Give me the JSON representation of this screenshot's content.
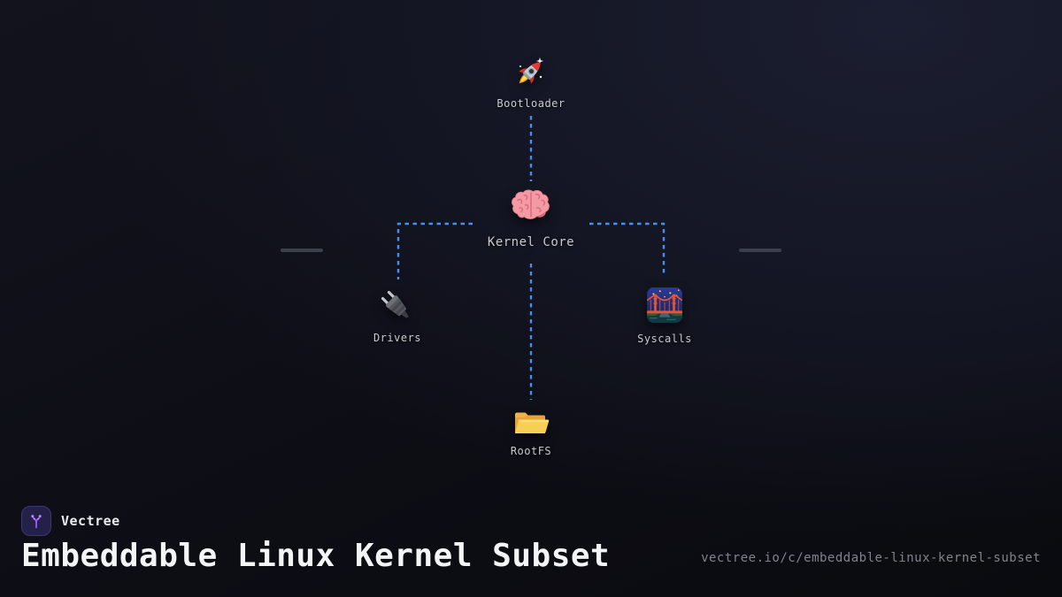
{
  "diagram": {
    "nodes": [
      {
        "id": "bootloader",
        "label": "Bootloader",
        "icon": "rocket-icon"
      },
      {
        "id": "kernel_core",
        "label": "Kernel Core",
        "icon": "brain-icon"
      },
      {
        "id": "drivers",
        "label": "Drivers",
        "icon": "plug-icon"
      },
      {
        "id": "syscalls",
        "label": "Syscalls",
        "icon": "bridge-icon"
      },
      {
        "id": "rootfs",
        "label": "RootFS",
        "icon": "folder-icon"
      }
    ],
    "edges": [
      {
        "from": "bootloader",
        "to": "kernel_core"
      },
      {
        "from": "kernel_core",
        "to": "drivers"
      },
      {
        "from": "kernel_core",
        "to": "syscalls"
      },
      {
        "from": "kernel_core",
        "to": "rootfs"
      }
    ],
    "edge_color": "#4a8ded",
    "tick_color": "#3a414c"
  },
  "footer": {
    "brand": "Vectree",
    "title": "Embeddable Linux Kernel Subset",
    "url": "vectree.io/c/embeddable-linux-kernel-subset"
  },
  "colors": {
    "background_light": "#1b1e30",
    "background_dark": "#0a0b0f",
    "node_label": "#c9ccd1",
    "title_text": "#f4f5f7",
    "url_text": "#7e838d",
    "brand_purple": "#9061f9"
  }
}
